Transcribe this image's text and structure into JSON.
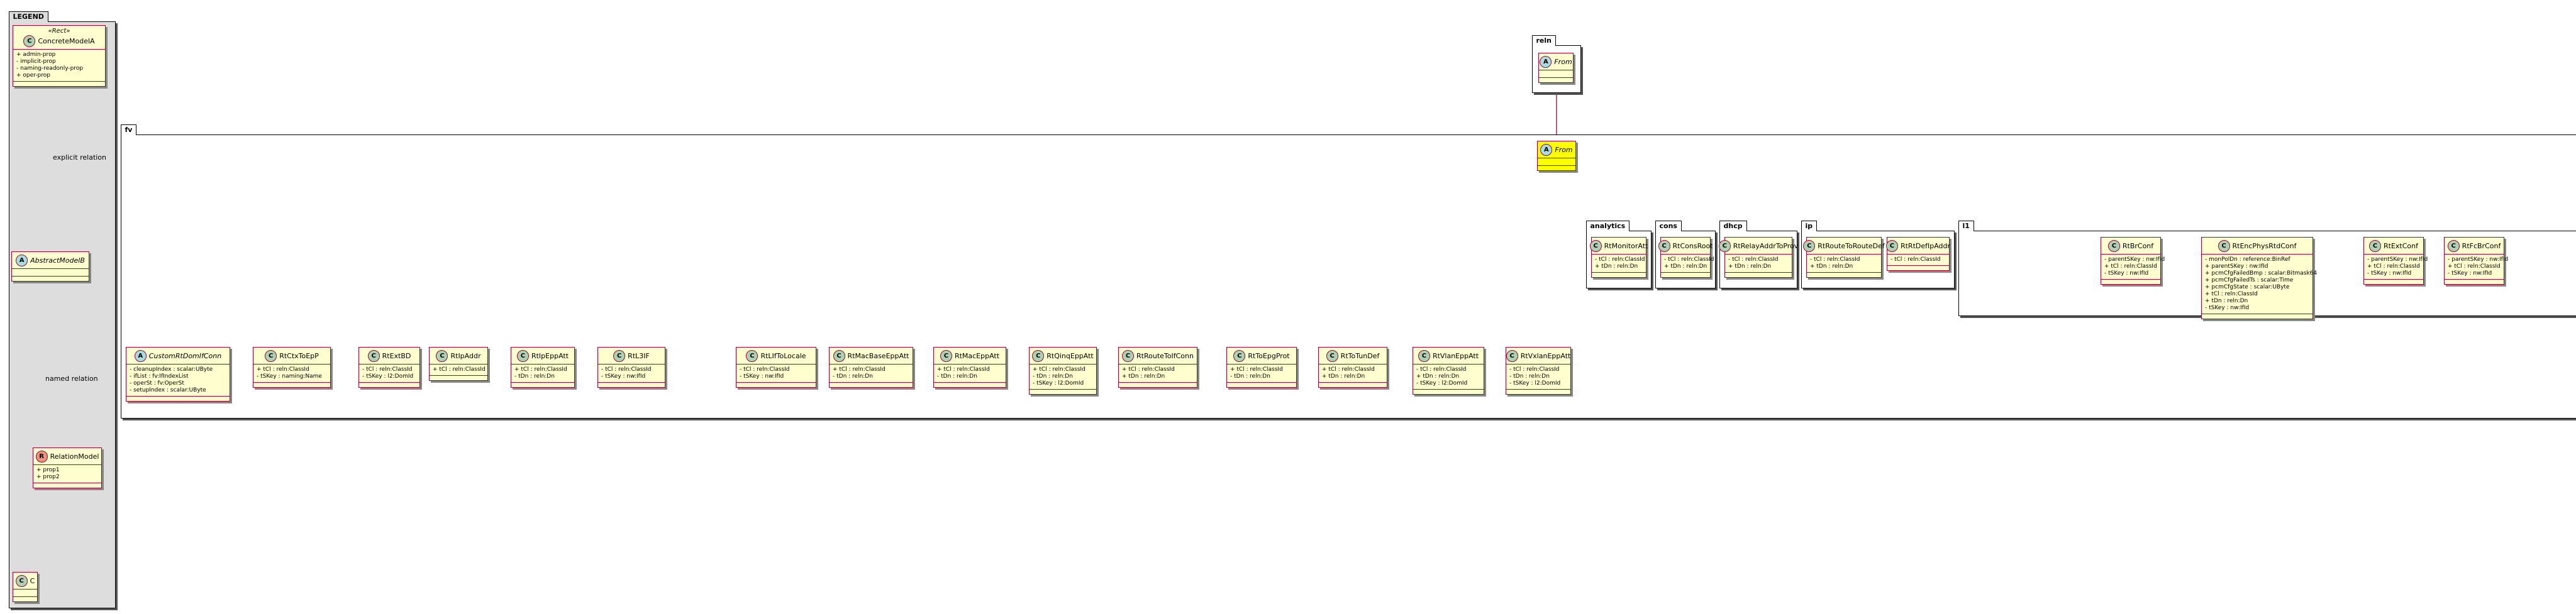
{
  "legend": {
    "title": "LEGEND",
    "stereotype": "«Rect»",
    "concrete": {
      "name": "ConcreteModelA",
      "circle": "C",
      "attrs": [
        "+ admin-prop",
        "- implicit-prop",
        "- naming-readonly-prop",
        "+ oper-prop"
      ]
    },
    "abstract": {
      "name": "AbstractModelB",
      "circle": "A"
    },
    "relation": {
      "name": "RelationModel",
      "circle": "R",
      "attrs": [
        "+ prop1",
        "+ prop2"
      ]
    },
    "c": {
      "name": "C",
      "circle": "C"
    },
    "explicit_label": "explicit relation",
    "named_label": "named relation"
  },
  "reln": {
    "title": "reln",
    "from": {
      "name": "From",
      "circle": "A"
    }
  },
  "fv": {
    "title": "fv",
    "from": {
      "name": "From",
      "circle": "A"
    },
    "classes": [
      {
        "name": "CustomRtDomIfConn",
        "circle": "A",
        "attrs": [
          "- cleanupIndex : scalar:UByte",
          "- ifList : fv:IfIndexList",
          "- operSt : fv:OperSt",
          "- setupIndex : scalar:UByte"
        ]
      },
      {
        "name": "RtCtxToEpP",
        "circle": "C",
        "attrs": [
          "+ tCl : reln:ClassId",
          "- tSKey : naming:Name"
        ]
      },
      {
        "name": "RtExtBD",
        "circle": "C",
        "attrs": [
          "- tCl : reln:ClassId",
          "- tSKey : l2:DomId"
        ]
      },
      {
        "name": "RtIpAddr",
        "circle": "C",
        "attrs": [
          "+ tCl : reln:ClassId"
        ]
      },
      {
        "name": "RtIpEppAtt",
        "circle": "C",
        "attrs": [
          "+ tCl : reln:ClassId",
          "- tDn : reln:Dn"
        ]
      },
      {
        "name": "RtL3IF",
        "circle": "C",
        "attrs": [
          "- tCl : reln:ClassId",
          "- tSKey : nw:IfId"
        ]
      },
      {
        "name": "RtLIfToLocale",
        "circle": "C",
        "attrs": [
          "- tCl : reln:ClassId",
          "- tSKey : nw:IfId"
        ]
      },
      {
        "name": "RtMacBaseEppAtt",
        "circle": "C",
        "attrs": [
          "+ tCl : reln:ClassId",
          "- tDn : reln:Dn"
        ]
      },
      {
        "name": "RtMacEppAtt",
        "circle": "C",
        "attrs": [
          "+ tCl : reln:ClassId",
          "- tDn : reln:Dn"
        ]
      },
      {
        "name": "RtQinqEppAtt",
        "circle": "C",
        "attrs": [
          "+ tCl : reln:ClassId",
          "- tDn : reln:Dn",
          "- tSKey : l2:DomId"
        ]
      },
      {
        "name": "RtRouteToIfConn",
        "circle": "C",
        "attrs": [
          "+ tCl : reln:ClassId",
          "+ tDn : reln:Dn"
        ]
      },
      {
        "name": "RtToEpgProt",
        "circle": "C",
        "attrs": [
          "+ tCl : reln:ClassId",
          "- tDn : reln:Dn"
        ]
      },
      {
        "name": "RtToTunDef",
        "circle": "C",
        "attrs": [
          "+ tCl : reln:ClassId",
          "+ tDn : reln:Dn"
        ]
      },
      {
        "name": "RtVlanEppAtt",
        "circle": "C",
        "attrs": [
          "- tCl : reln:ClassId",
          "+ tDn : reln:Dn",
          "- tSKey : l2:DomId"
        ]
      },
      {
        "name": "RtVxlanEppAtt",
        "circle": "C",
        "attrs": [
          "- tCl : reln:ClassId",
          "- tDn : reln:Dn",
          "- tSKey : l2:DomId"
        ]
      }
    ]
  },
  "analytics": {
    "title": "analytics",
    "classes": [
      {
        "name": "RtMonitorAtt",
        "circle": "C",
        "attrs": [
          "- tCl : reln:ClassId",
          "+ tDn : reln:Dn"
        ]
      }
    ]
  },
  "cons": {
    "title": "cons",
    "classes": [
      {
        "name": "RtConsRoot",
        "circle": "C",
        "attrs": [
          "- tCl : reln:ClassId",
          "+ tDn : reln:Dn"
        ]
      }
    ]
  },
  "dhcp": {
    "title": "dhcp",
    "classes": [
      {
        "name": "RtRelayAddrToProv",
        "circle": "C",
        "attrs": [
          "- tCl : reln:ClassId",
          "+ tDn : reln:Dn"
        ]
      }
    ]
  },
  "ip": {
    "title": "ip",
    "classes": [
      {
        "name": "RtRouteToRouteDef",
        "circle": "C",
        "attrs": [
          "- tCl : reln:ClassId",
          "+ tDn : reln:Dn"
        ]
      },
      {
        "name": "RtRtDefIpAddr",
        "circle": "C",
        "attrs": [
          "- tCl : reln:ClassId"
        ]
      }
    ]
  },
  "l1": {
    "title": "l1",
    "classes": [
      {
        "name": "RtBrConf",
        "circle": "C",
        "attrs": [
          "- parentSKey : nw:IfId",
          "+ tCl : reln:ClassId",
          "- tSKey : nw:IfId"
        ]
      },
      {
        "name": "RtEncPhysRtdConf",
        "circle": "C",
        "attrs": [
          "- monPolDn : reference:BinRef",
          "+ parentSKey : nw:IfId",
          "+ pcmCfgFailedBmp : scalar:Bitmask64",
          "+ pcmCfgFailedTs : scalar:Time",
          "+ pcmCfgState : scalar:UByte",
          "+ tCl : reln:ClassId",
          "+ tDn : reln:Dn",
          "- tSKey : nw:IfId"
        ]
      },
      {
        "name": "RtExtConf",
        "circle": "C",
        "attrs": [
          "- parentSKey : nw:IfId",
          "+ tCl : reln:ClassId",
          "- tSKey : nw:IfId"
        ]
      },
      {
        "name": "RtFcBrConf",
        "circle": "C",
        "attrs": [
          "- parentSKey : nw:IfId",
          "+ tCl : reln:ClassId",
          "- tSKey : nw:IfId"
        ]
      }
    ]
  },
  "colors": {
    "class_fill": "#fefece",
    "border": "#a80036",
    "highlight": "#ffff00",
    "legend_bg": "#dddddd"
  }
}
